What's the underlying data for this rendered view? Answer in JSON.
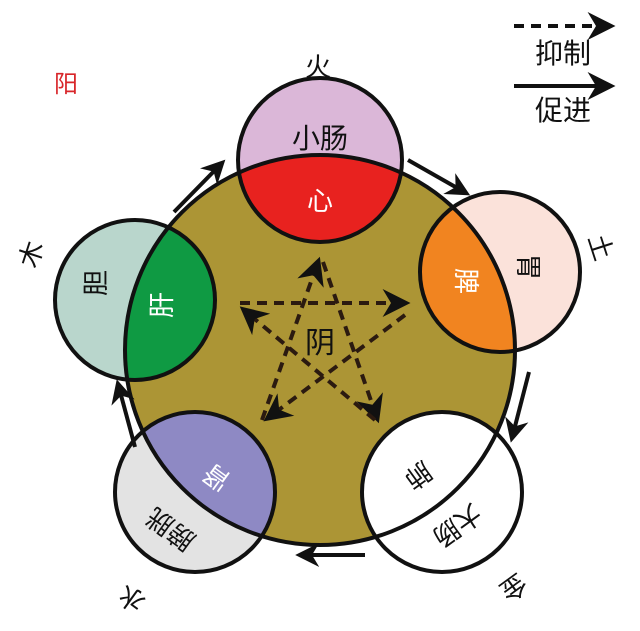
{
  "title_left": "阳",
  "legend": {
    "restrain_label": "抑制",
    "promote_label": "促进"
  },
  "center_label": "阴",
  "elements": [
    {
      "key": "fire",
      "element": "火",
      "yang_organ": "小肠",
      "yin_organ": "心",
      "outer_color": "#dbb7d8",
      "inner_color": "#e8221f"
    },
    {
      "key": "earth",
      "element": "土",
      "yang_organ": "胃",
      "yin_organ": "脾",
      "outer_color": "#fbe2da",
      "inner_color": "#f18420"
    },
    {
      "key": "metal",
      "element": "金",
      "yang_organ": "大肠",
      "yin_organ": "肺",
      "outer_color": "#ffffff",
      "inner_color": "#ffffff"
    },
    {
      "key": "water",
      "element": "水",
      "yang_organ": "膀胱",
      "yin_organ": "肾",
      "outer_color": "#e3e3e3",
      "inner_color": "#8e89c4"
    },
    {
      "key": "wood",
      "element": "木",
      "yang_organ": "胆",
      "yin_organ": "肝",
      "outer_color": "#b9d6cc",
      "inner_color": "#0f9a43"
    }
  ],
  "colors": {
    "center_circle": "#ac9535",
    "title_red": "#d8262a",
    "stroke": "#111111"
  }
}
